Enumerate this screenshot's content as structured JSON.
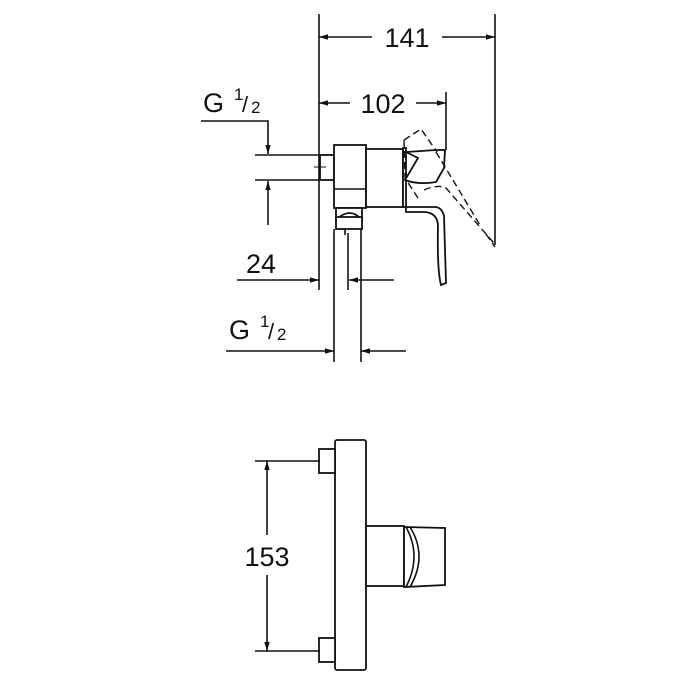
{
  "dimensions": {
    "overall_depth": "141",
    "projection_to_plate": "102",
    "inlet_offset": "24",
    "connection_top": {
      "letter": "G",
      "num": "1",
      "den": "2"
    },
    "connection_bottom": {
      "letter": "G",
      "num": "1",
      "den": "2"
    },
    "centre_distance": "153"
  }
}
